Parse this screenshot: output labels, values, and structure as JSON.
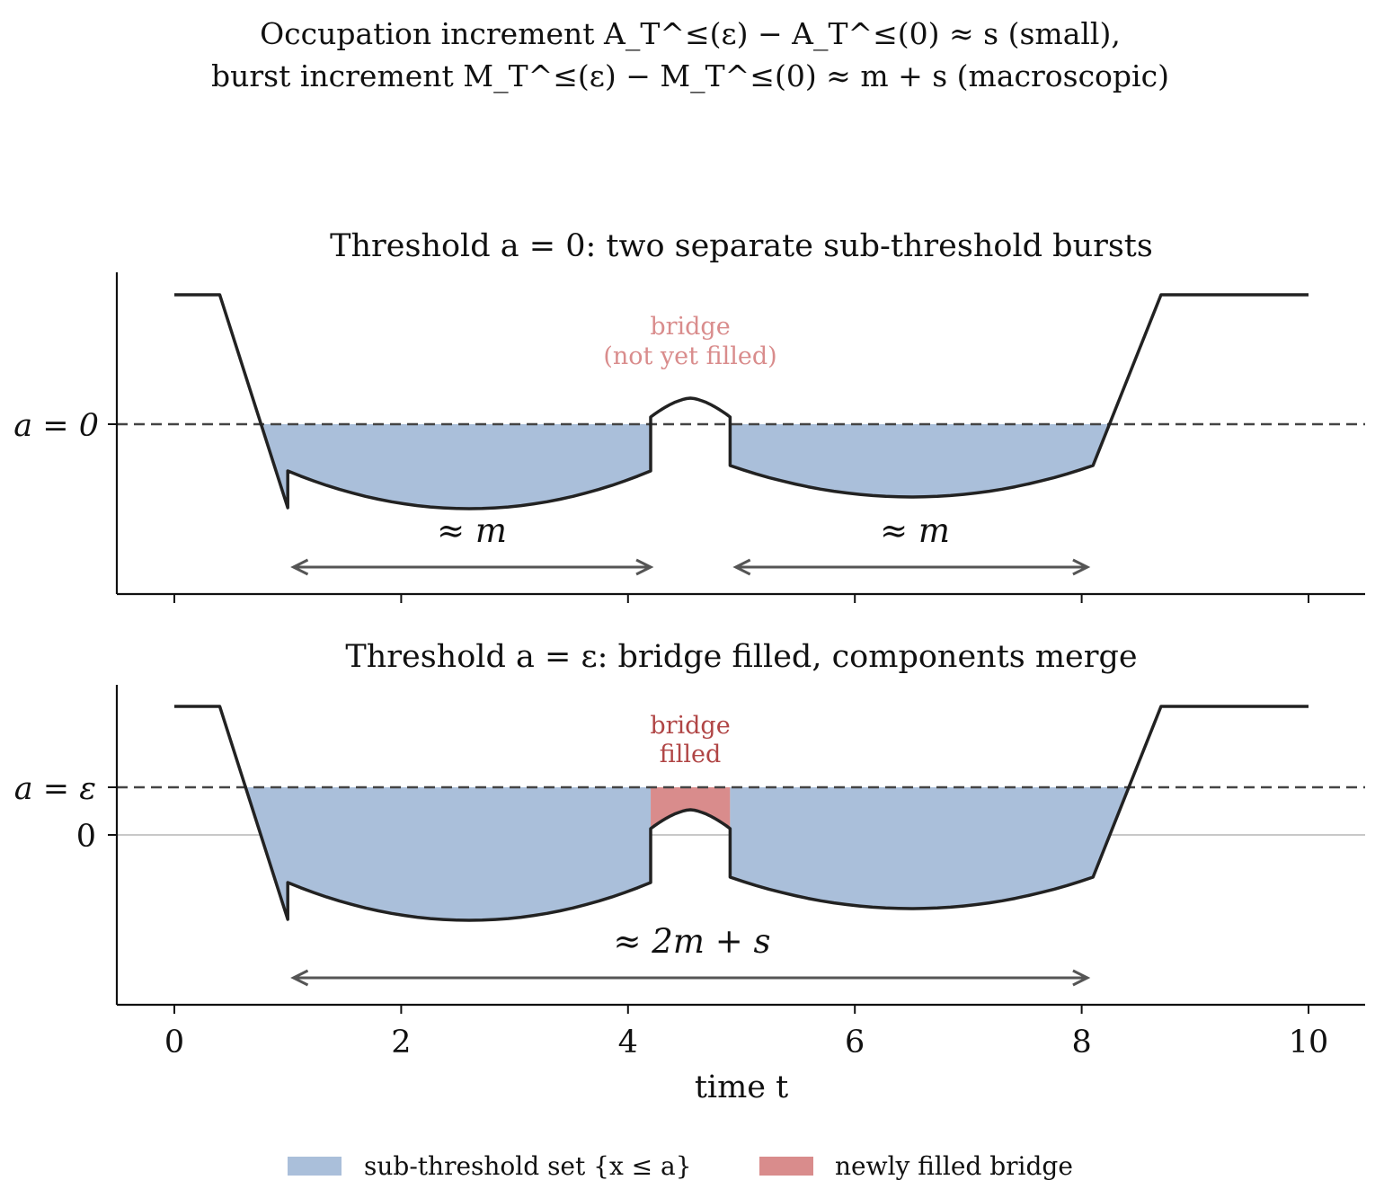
{
  "suptitle": {
    "line1": "Occupation increment A_T^≤(ε) − A_T^≤(0) ≈ s (small),",
    "line2": "burst increment M_T^≤(ε) − M_T^≤(0) ≈ m + s (macroscopic)"
  },
  "colors": {
    "blue": "#aabfda",
    "red": "#d98c8c",
    "curve": "#222222",
    "dashed": "#444444",
    "zero_line": "#c8c8c8",
    "arrow": "#555555",
    "bridge_text_top": "#d98c8c",
    "bridge_text_bottom": "#b04545"
  },
  "legend": {
    "items": [
      {
        "label": "sub-threshold set {x ≤ a}",
        "color": "#aabfda"
      },
      {
        "label": "newly filled bridge",
        "color": "#d98c8c"
      }
    ]
  },
  "chart_data": [
    {
      "type": "line",
      "title": "Threshold a = 0:  two separate sub-threshold bursts",
      "xlabel": "",
      "ylabel": "",
      "threshold_label": "a = 0",
      "xlim": [
        -0.5,
        10.5
      ],
      "xticks": [
        0,
        2,
        4,
        6,
        8,
        10
      ],
      "annotations": {
        "bridge": [
          "bridge",
          "(not yet filled)"
        ],
        "left_burst": "≈ m",
        "right_burst": "≈ m"
      },
      "arrows": [
        [
          1.05,
          4.2
        ],
        [
          4.95,
          8.05
        ]
      ]
    },
    {
      "type": "line",
      "title": "Threshold a = ε:  bridge filled, components merge",
      "xlabel": "time t",
      "ylabel": "",
      "threshold_label": "a = ε",
      "zero_label": "0",
      "xlim": [
        -0.5,
        10.5
      ],
      "xticks": [
        0,
        2,
        4,
        6,
        8,
        10
      ],
      "xtick_labels": [
        "0",
        "2",
        "4",
        "6",
        "8",
        "10"
      ],
      "annotations": {
        "bridge": [
          "bridge",
          "filled"
        ],
        "merged_burst": "≈ 2m + s"
      },
      "arrows": [
        [
          1.05,
          8.05
        ]
      ]
    }
  ]
}
